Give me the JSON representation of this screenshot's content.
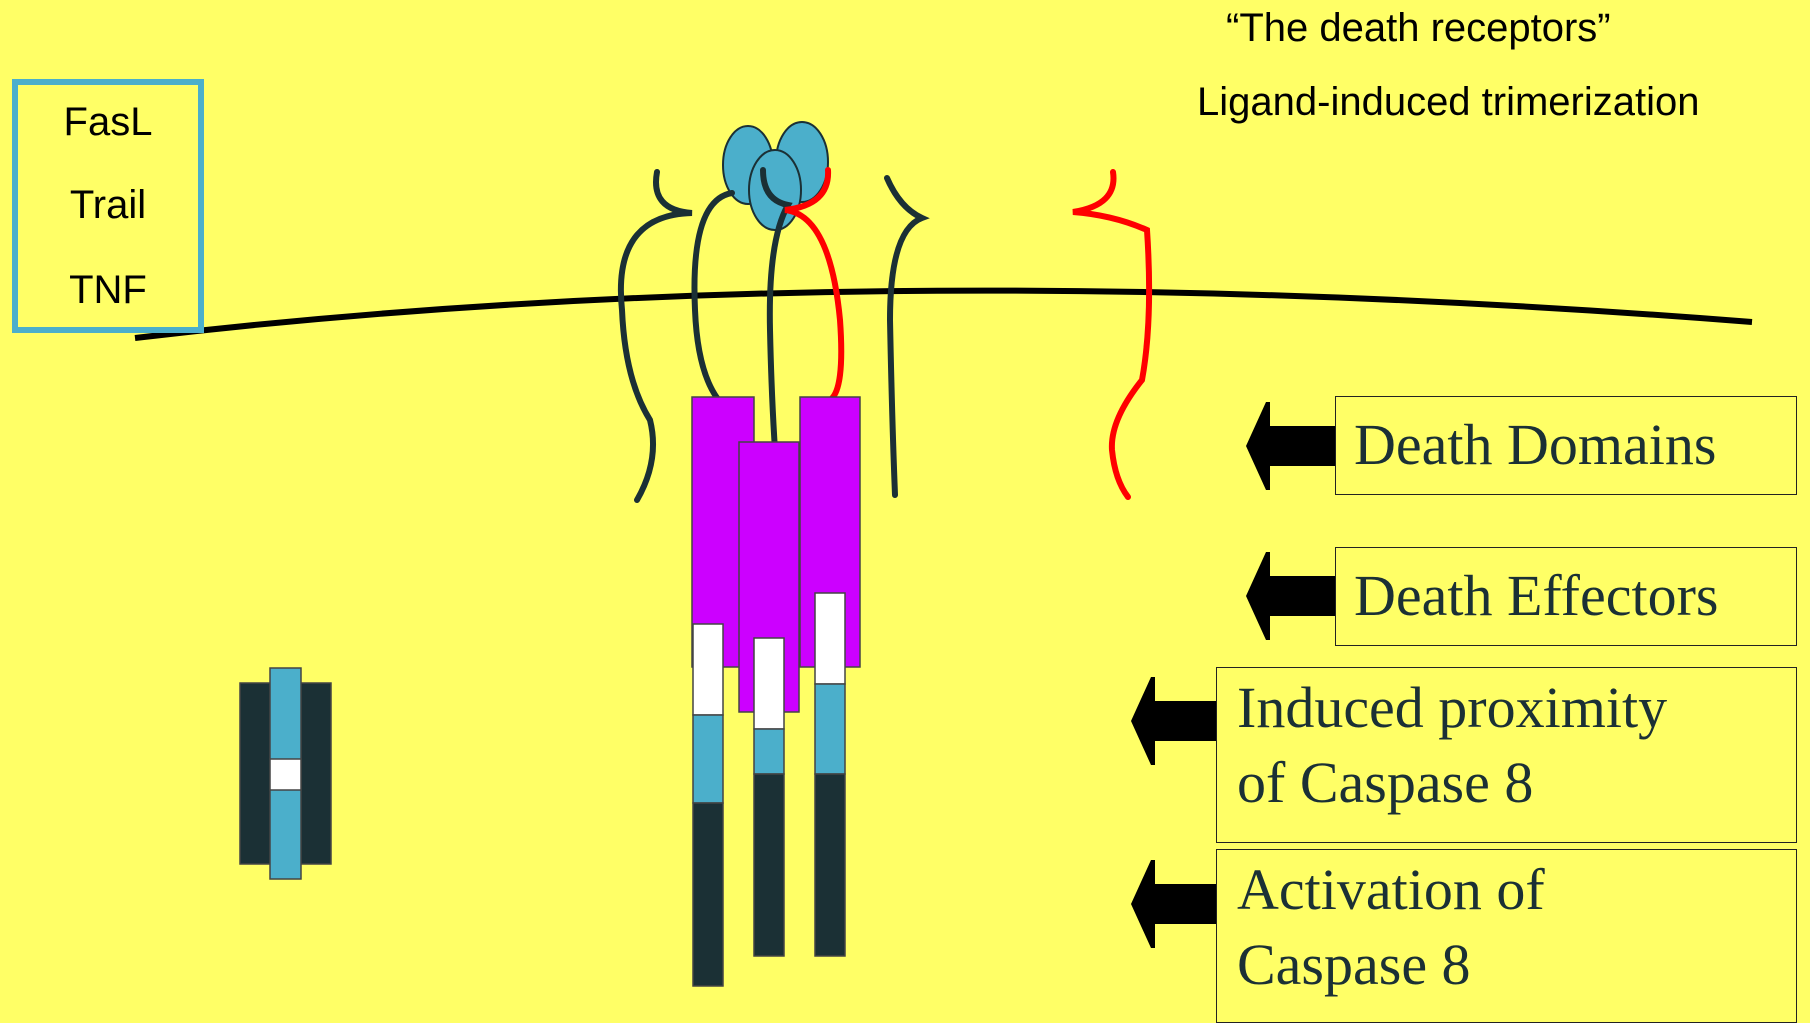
{
  "header": {
    "title": "“The death receptors”",
    "subtitle": "Ligand-induced trimerization"
  },
  "ligands": [
    "FasL",
    "Trail",
    "TNF"
  ],
  "steps": [
    {
      "lines": [
        "Death Domains"
      ]
    },
    {
      "lines": [
        "Death Effectors"
      ]
    },
    {
      "lines": [
        "Induced proximity",
        "of Caspase 8"
      ]
    },
    {
      "lines": [
        "Activation of",
        "Caspase 8"
      ]
    }
  ],
  "colors": {
    "background": "#FFFF66",
    "receptor_dark": "#1B3035",
    "receptor_red": "#FF0000",
    "ligand_blue": "#4BAFCB",
    "death_domain": "#CC00FF",
    "dark_block": "#1B3035",
    "membrane": "#000000"
  }
}
